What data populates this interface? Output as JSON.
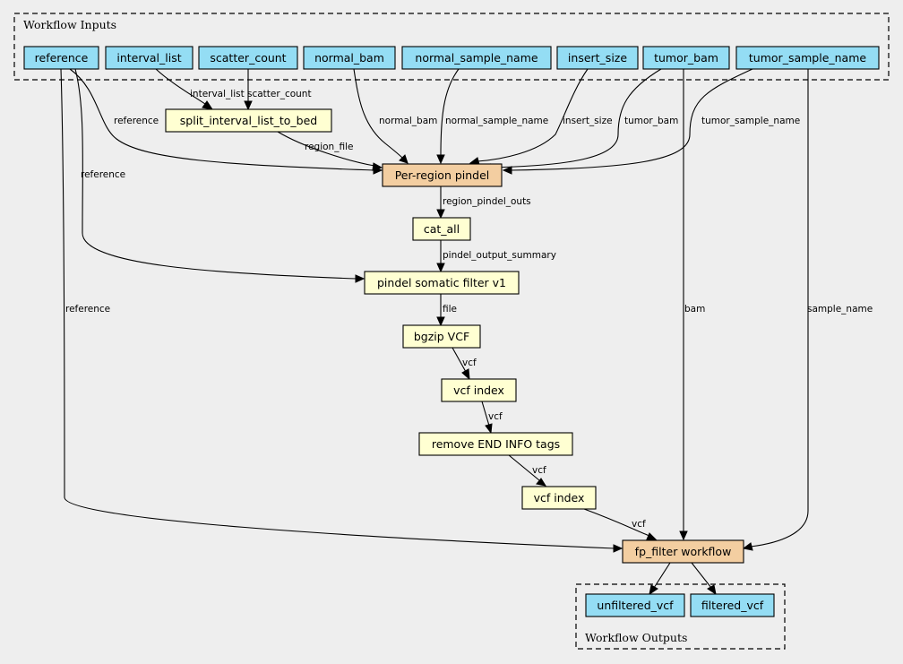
{
  "clusters": {
    "inputs_label": "Workflow Inputs",
    "outputs_label": "Workflow Outputs"
  },
  "nodes": {
    "reference": "reference",
    "interval_list": "interval_list",
    "scatter_count": "scatter_count",
    "normal_bam": "normal_bam",
    "normal_sample_name": "normal_sample_name",
    "insert_size": "insert_size",
    "tumor_bam": "tumor_bam",
    "tumor_sample_name": "tumor_sample_name",
    "split_interval_list_to_bed": "split_interval_list_to_bed",
    "per_region_pindel": "Per-region pindel",
    "cat_all": "cat_all",
    "pindel_somatic_filter": "pindel somatic filter v1",
    "bgzip_vcf": "bgzip VCF",
    "vcf_index_1": "vcf index",
    "remove_end_info": "remove END INFO tags",
    "vcf_index_2": "vcf index",
    "fp_filter": "fp_filter workflow",
    "unfiltered_vcf": "unfiltered_vcf",
    "filtered_vcf": "filtered_vcf"
  },
  "edges": {
    "interval_list": "interval_list",
    "scatter_count": "scatter_count",
    "reference_to_pindel": "reference",
    "region_file": "region_file",
    "normal_bam": "normal_bam",
    "normal_sample_name": "normal_sample_name",
    "insert_size": "insert_size",
    "tumor_bam": "tumor_bam",
    "tumor_sample_name": "tumor_sample_name",
    "reference_to_filter": "reference",
    "region_pindel_outs": "region_pindel_outs",
    "pindel_output_summary": "pindel_output_summary",
    "reference_to_fp": "reference",
    "file": "file",
    "bam": "bam",
    "sample_name": "sample_name",
    "vcf_1": "vcf",
    "vcf_2": "vcf",
    "vcf_3": "vcf",
    "vcf_4": "vcf"
  },
  "colors": {
    "io_node": "#94ddf4",
    "step_node": "#ffffd2",
    "subworkflow_node": "#f3cea1",
    "background": "#eeeeee"
  }
}
